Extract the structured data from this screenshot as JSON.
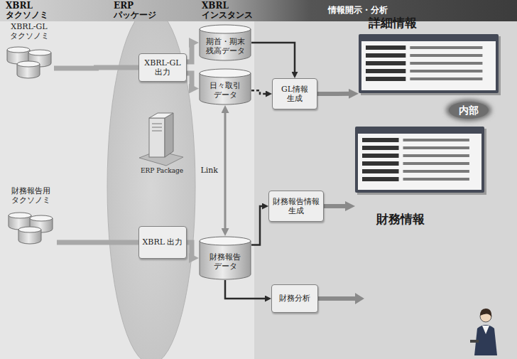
{
  "diagram": {
    "nodes": [
      {
        "text": [
          "XBRL タクソノミ",
          "ERP パッケージ",
          "XBRL インスタンス",
          "情報開示・分析"
        ]
      },
      {
        "text": [
          "XBRL-GL タクソノミ"
        ]
      },
      {
        "text": [
          "XBRL-GL 出力"
        ]
      },
      {
        "text": [
          "期首・期末 残高データ"
        ]
      },
      {
        "text": [
          "日々取引 データ"
        ]
      },
      {
        "text": [
          "GL情報 生成"
        ]
      },
      {
        "text": [
          "詳細情報"
        ]
      },
      {
        "text": [
          "内部"
        ]
      },
      {
        "text": [
          "財務報告用 タクソノミ"
        ]
      },
      {
        "text": [
          "XBRL 出力"
        ]
      },
      {
        "text": [
          "財務報告 データ"
        ]
      },
      {
        "text": [
          "財務報告情報 生成"
        ]
      },
      {
        "text": [
          "財務情報"
        ]
      },
      {
        "text": [
          "財務分析"
        ]
      }
    ],
    "edges": [
      {
        "from": 1,
        "to": 2,
        "arrow": "none"
      },
      {
        "from": 2,
        "to": 3,
        "arrow": "to"
      },
      {
        "from": 2,
        "to": 4,
        "arrow": "to"
      },
      {
        "from": 3,
        "to": 5,
        "arrow": "to"
      },
      {
        "from": 4,
        "to": 5,
        "arrow": "to"
      },
      {
        "from": 5,
        "to": 6,
        "arrow": "to"
      },
      {
        "from": 4,
        "to": 10,
        "label": "Link",
        "arrow": "both"
      },
      {
        "from": 8,
        "to": 9,
        "arrow": "none"
      },
      {
        "from": 9,
        "to": 10,
        "arrow": "to"
      },
      {
        "from": 10,
        "to": 11,
        "arrow": "to"
      },
      {
        "from": 11,
        "to": 12,
        "arrow": "to"
      },
      {
        "from": 10,
        "to": 13,
        "arrow": "to"
      }
    ],
    "labels": [
      "ERP Package"
    ]
  }
}
